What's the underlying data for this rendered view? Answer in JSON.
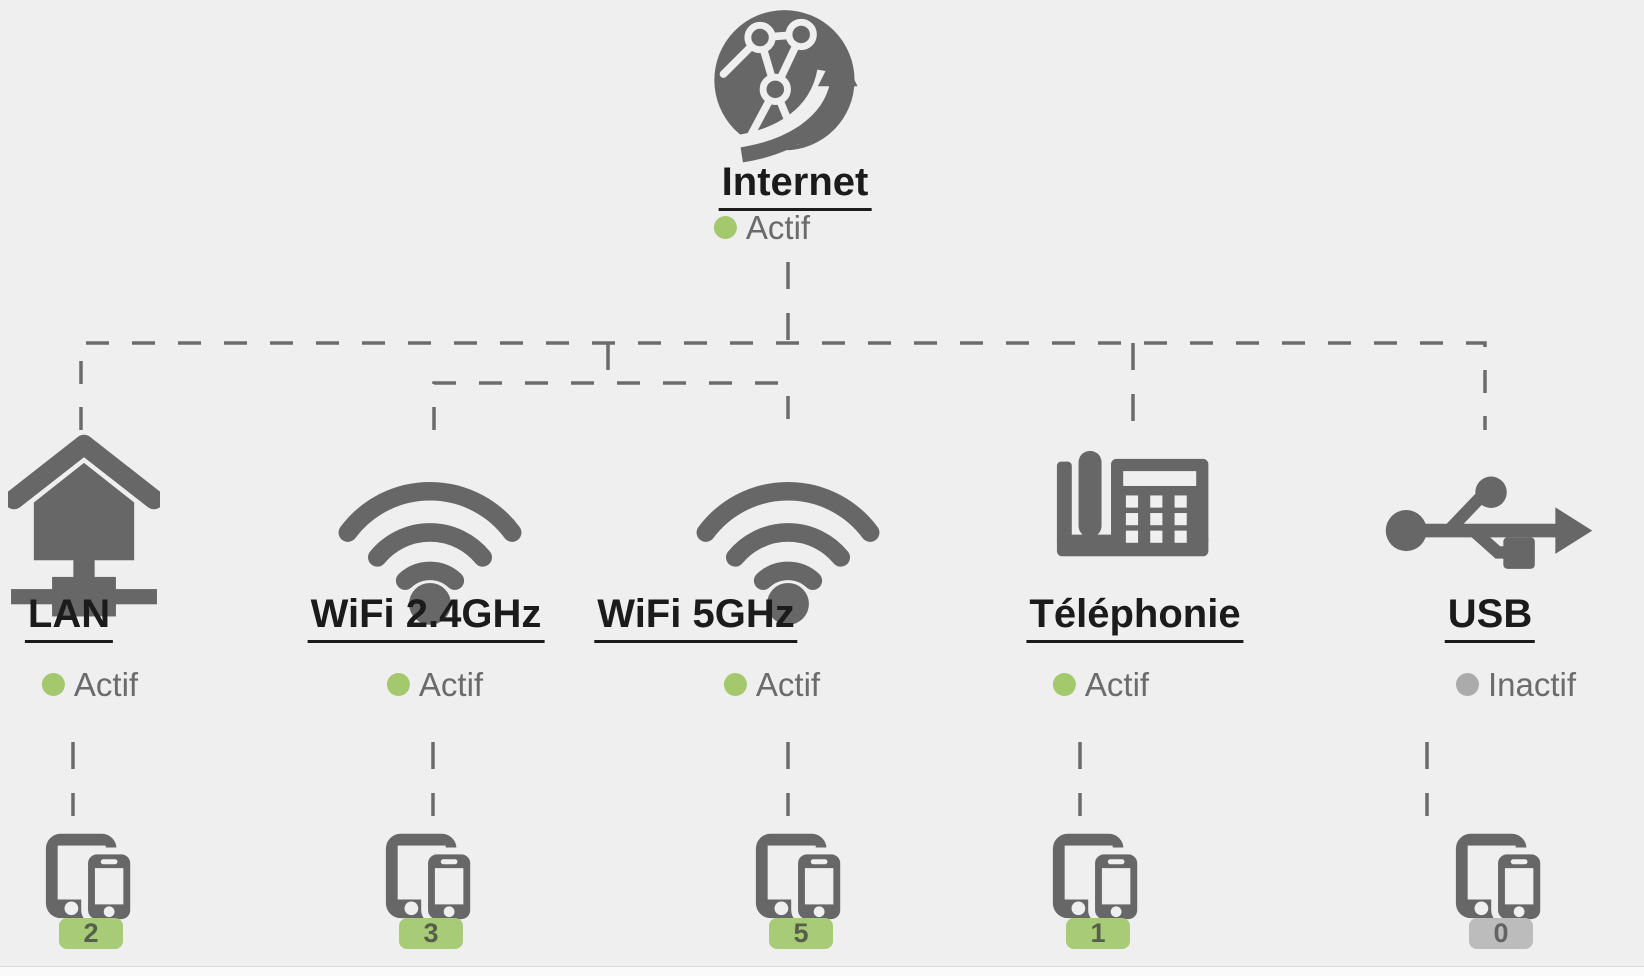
{
  "page": {
    "background": "#efefef",
    "footer_background": "#fafafa"
  },
  "diagram": {
    "internet": {
      "label": "Internet",
      "status": "Actif",
      "active": true
    },
    "nodes": [
      {
        "label": "LAN",
        "status": "Actif",
        "active": true,
        "device_count": "2"
      },
      {
        "label": "WiFi 2.4GHz",
        "status": "Actif",
        "active": true,
        "device_count": "3"
      },
      {
        "label": "WiFi 5GHz",
        "status": "Actif",
        "active": true,
        "device_count": "5"
      },
      {
        "label": "Téléphonie",
        "status": "Actif",
        "active": true,
        "device_count": "1"
      },
      {
        "label": "USB",
        "status": "Inactif",
        "active": false,
        "device_count": "0"
      }
    ],
    "colors": {
      "status_active": "#a3c96c",
      "status_inactive": "#ababab",
      "badge_active_bg": "#a7cb77",
      "badge_inactive_bg": "#bcbcbc",
      "icon_gray": "#676767",
      "line_gray": "#6b6b6b",
      "label_text": "#1b1b1b",
      "status_text": "#6b6b6b"
    },
    "icons": {
      "internet": "internet-globe-icon",
      "lan": "lan-home-network-icon",
      "wifi": "wifi-signal-icon",
      "telephony": "desk-phone-icon",
      "usb": "usb-trident-icon",
      "devices": "connected-devices-icon"
    }
  }
}
